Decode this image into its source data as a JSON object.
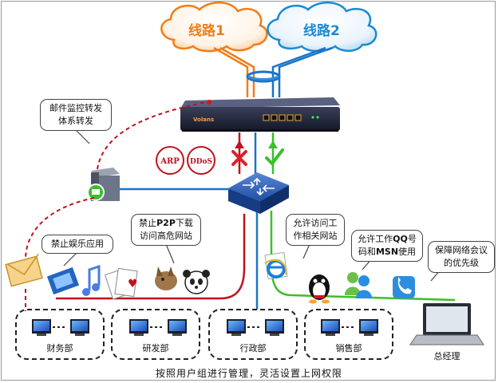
{
  "clouds": [
    {
      "label": "线路1",
      "color": "#f07d18"
    },
    {
      "label": "线路2",
      "color": "#1a8ad4"
    }
  ],
  "router": {
    "brand": "Volans"
  },
  "badges": [
    {
      "label": "ARP"
    },
    {
      "label": "DDoS"
    }
  ],
  "callouts": {
    "mail": {
      "lines": [
        "邮件监控转发",
        "体系转发"
      ]
    },
    "entertainment": {
      "text": "禁止娱乐应用"
    },
    "p2p": {
      "line1_prefix": "禁止",
      "line1_bold": "P2P",
      "line1_suffix": "下载",
      "line2": "访问高危网站"
    },
    "work_sites": {
      "lines": [
        "允许访问工",
        "作相关网站"
      ]
    },
    "qq_msn": {
      "line1_prefix": "允许工作",
      "line1_bold": "QQ",
      "line1_suffix": "号",
      "line2_prefix": "码和",
      "line2_bold": "MSN",
      "line2_suffix": "使用"
    },
    "conference": {
      "lines": [
        "保障网络会议",
        "的优先级"
      ]
    }
  },
  "departments": [
    {
      "label": "财务部"
    },
    {
      "label": "研发部"
    },
    {
      "label": "行政部"
    },
    {
      "label": "销售部"
    },
    {
      "label": "总经理"
    }
  ],
  "caption": "按照用户组进行管理，灵活设置上网权限",
  "colors": {
    "red_line": "#c0121b",
    "blue_line": "#1a73c9",
    "green_line": "#3bbf2a",
    "orange_line": "#f07d18",
    "switch": "#1f4fa8"
  }
}
